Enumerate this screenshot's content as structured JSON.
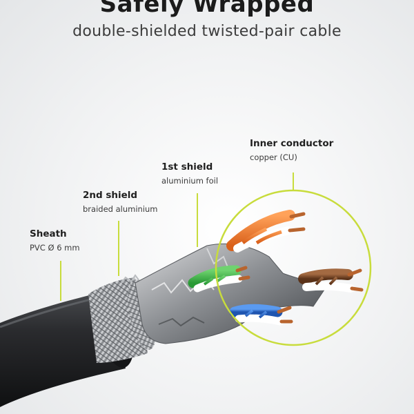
{
  "heading": {
    "title": "Safely Wrapped",
    "subtitle": "double-shielded twisted-pair cable"
  },
  "callouts": {
    "sheath": {
      "title": "Sheath",
      "detail": "PVC Ø 6 mm"
    },
    "second_shield": {
      "title": "2nd shield",
      "detail": "braided aluminium"
    },
    "first_shield": {
      "title": "1st shield",
      "detail": "aluminium foil"
    },
    "inner_conductor": {
      "title": "Inner conductor",
      "detail": "copper (CU)"
    }
  },
  "colors": {
    "accent": "#c8dc3c",
    "wire_orange": "#f07a2a",
    "wire_green": "#3fb24a",
    "wire_blue": "#2f6fd0",
    "wire_brown": "#7a4a2a",
    "copper": "#b8642e",
    "sheath": "#1e1f21"
  }
}
